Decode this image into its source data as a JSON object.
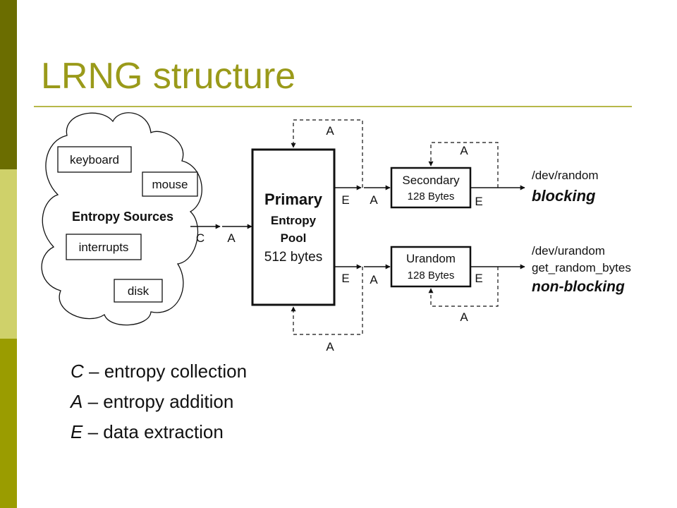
{
  "slide": {
    "title": "LRNG structure",
    "accent_colors": {
      "sidebar_dark": "#6b6d00",
      "sidebar_light": "#cfd16a",
      "sidebar_mid": "#9a9c00",
      "title": "#9a9a1a"
    }
  },
  "diagram": {
    "sources": {
      "title": "Entropy Sources",
      "items": [
        "keyboard",
        "mouse",
        "interrupts",
        "disk"
      ]
    },
    "primary_pool": {
      "name": "Primary",
      "line2": "Entropy",
      "line3": "Pool",
      "size": "512 bytes"
    },
    "secondary_pool": {
      "name": "Secondary",
      "size": "128 Bytes"
    },
    "urandom_pool": {
      "name": "Urandom",
      "size": "128 Bytes"
    },
    "outputs": {
      "random_device": "/dev/random",
      "random_mode": "blocking",
      "urandom_device": "/dev/urandom",
      "urandom_func": "get_random_bytes",
      "urandom_mode": "non-blocking"
    },
    "flow_labels": {
      "collection": "C",
      "addition": "A",
      "extraction": "E"
    }
  },
  "legend": [
    {
      "symbol": "C",
      "text": " – entropy collection"
    },
    {
      "symbol": "A",
      "text": " – entropy addition"
    },
    {
      "symbol": "E",
      "text": " – data extraction"
    }
  ]
}
